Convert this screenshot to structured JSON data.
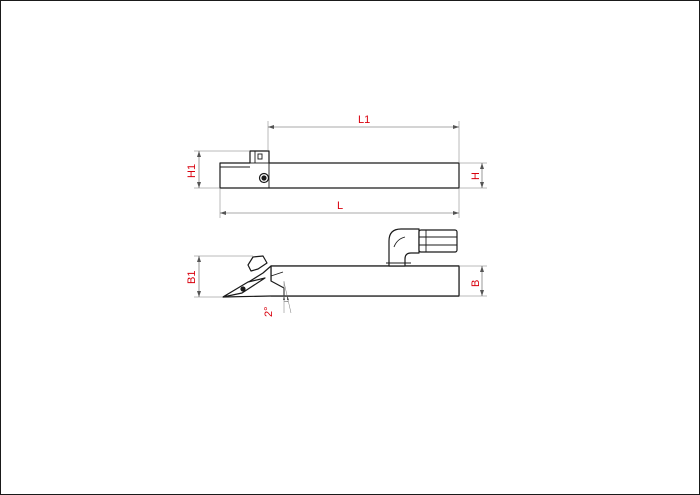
{
  "drawing": {
    "title": "",
    "border_color": "#1a1a1a",
    "dimension_color": "#d9000d",
    "line_color": "#1a1a1a"
  },
  "dimensions": {
    "L1": "L1",
    "L": "L",
    "H1": "H1",
    "H": "H",
    "B1": "B1",
    "B": "B",
    "angle": "2°"
  }
}
